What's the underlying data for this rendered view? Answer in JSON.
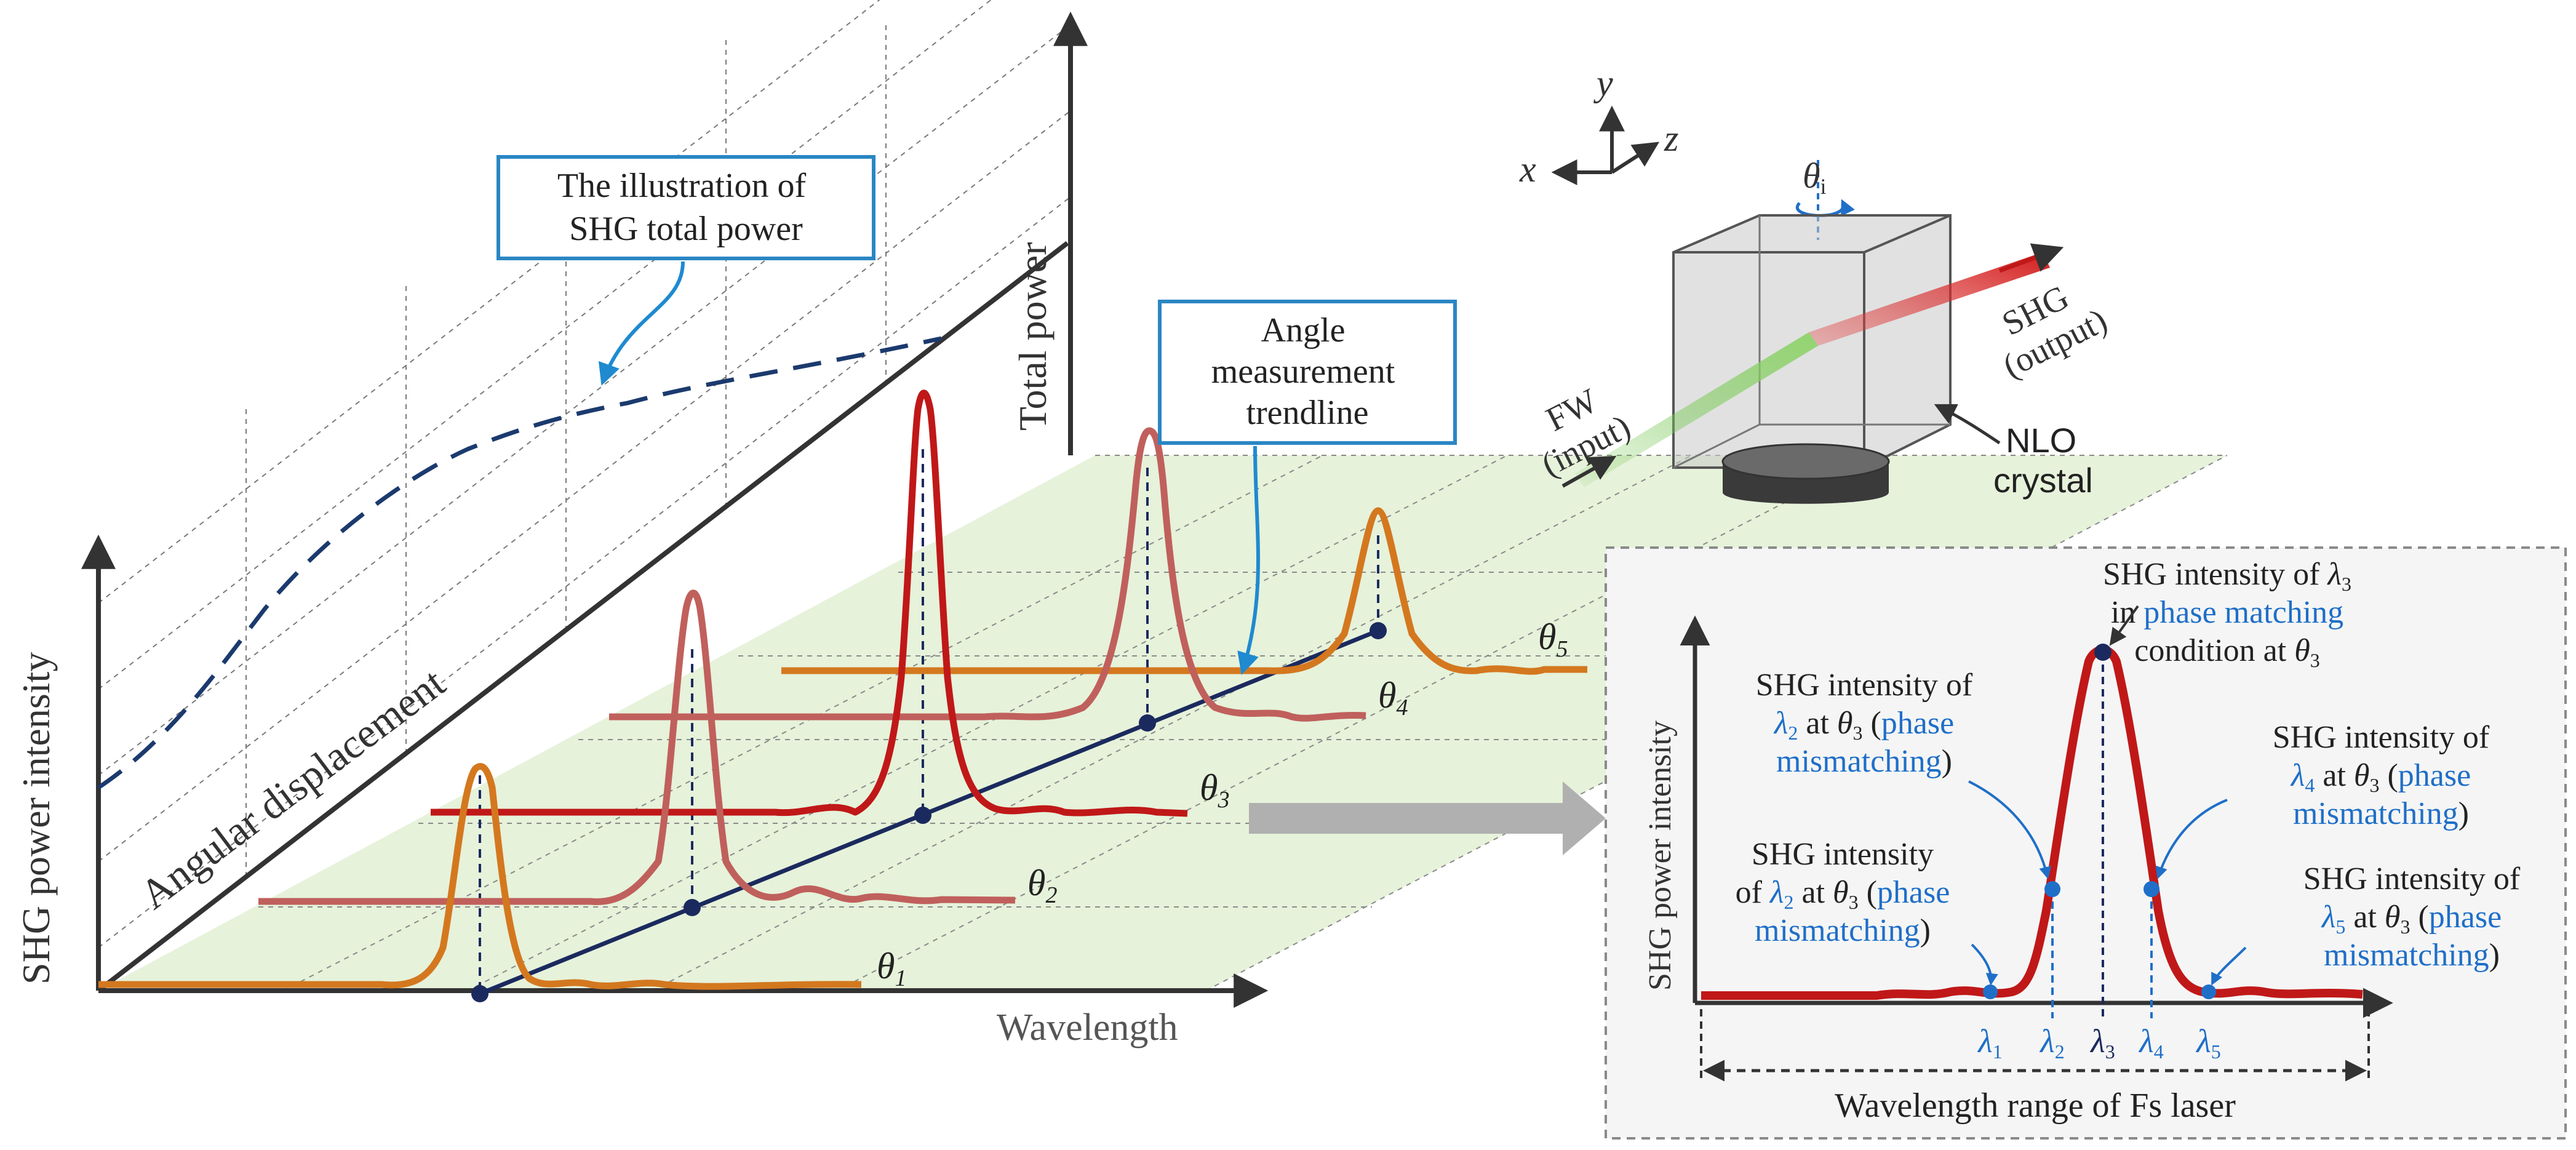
{
  "left_panel": {
    "y_axis_label": "SHG power intensity",
    "x_axis_label": "Wavelength",
    "depth_axis_label": "Angular displacement",
    "total_power_label": "Total power",
    "callout_total_power": [
      "The illustration of",
      "SHG total power"
    ],
    "callout_trendline": [
      "Angle",
      "measurement",
      "trendline"
    ],
    "theta_labels": [
      "θ1",
      "θ2",
      "θ3",
      "θ4",
      "θ5"
    ]
  },
  "setup": {
    "axes": {
      "x": "x",
      "y": "y",
      "z": "z"
    },
    "rotation_label": "θi",
    "fw_label": [
      "FW",
      "(input)"
    ],
    "shg_label": [
      "SHG",
      "(output)"
    ],
    "crystal_label": [
      "NLO",
      "crystal"
    ]
  },
  "inset": {
    "y_axis_label": "SHG power intensity",
    "range_label": "Wavelength range of Fs laser",
    "lambda_ticks": [
      "λ1",
      "λ2",
      "λ3",
      "λ4",
      "λ5"
    ],
    "annotation_peak": {
      "lines": [
        "SHG intensity of λ3",
        "in phase matching",
        "condition at θ3"
      ]
    },
    "annotation_l2_upper": {
      "lines": [
        "SHG intensity of",
        "λ2 at θ3 (phase",
        "mismatching)"
      ]
    },
    "annotation_l2_lower": {
      "lines": [
        "SHG intensity",
        "of λ2 at θ3 (phase",
        "mismatching)"
      ]
    },
    "annotation_l4": {
      "lines": [
        "SHG intensity of",
        "λ4 at θ3 (phase",
        "mismatching)"
      ]
    },
    "annotation_l5": {
      "lines": [
        "SHG intensity of",
        "λ5 at θ3 (phase",
        "mismatching)"
      ]
    }
  },
  "colors": {
    "orange": "#d4781f",
    "rose": "#c0605c",
    "red": "#c01818",
    "navy": "#1b2a5e",
    "callout_border": "#2a86c4",
    "accent_blue": "#1f6fc8",
    "plane_green": "#e6f2da"
  }
}
